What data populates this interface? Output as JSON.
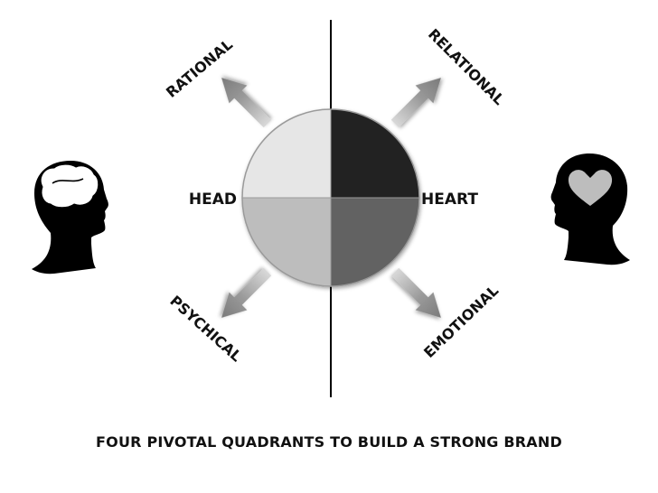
{
  "diagram": {
    "axis_labels": {
      "head": "HEAD",
      "heart": "HEART"
    },
    "quadrants": {
      "top_left": {
        "label": "RATIONAL",
        "color": "#e6e6e6"
      },
      "top_right": {
        "label": "RELATIONAL",
        "color": "#222222"
      },
      "bottom_left": {
        "label": "PSYCHICAL",
        "color": "#bdbdbd"
      },
      "bottom_right": {
        "label": "EMOTIONAL",
        "color": "#626262"
      }
    },
    "icons": {
      "left": "head-with-brain-icon",
      "right": "head-with-heart-icon"
    }
  },
  "caption": "FOUR PIVOTAL QUADRANTS TO BUILD A STRONG BRAND"
}
